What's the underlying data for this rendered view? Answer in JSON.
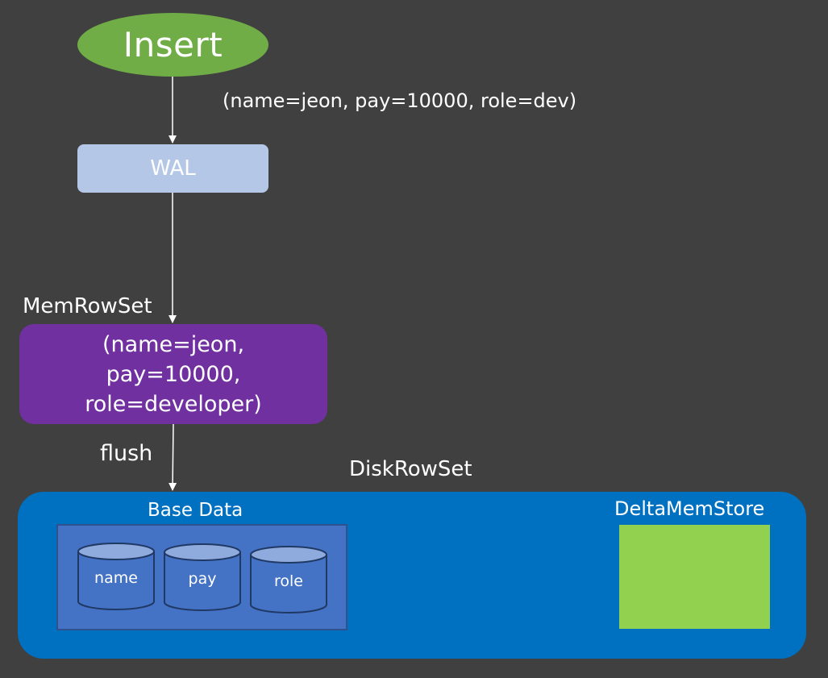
{
  "insert": {
    "label": "Insert"
  },
  "insert_record": {
    "text": "(name=jeon, pay=10000, role=dev)"
  },
  "wal": {
    "label": "WAL"
  },
  "memrowset": {
    "title": "MemRowSet",
    "lines": [
      "(name=jeon,",
      "pay=10000,",
      "role=developer)"
    ]
  },
  "flush": {
    "label": "flush"
  },
  "diskrowset": {
    "title": "DiskRowSet",
    "base_data": {
      "title": "Base Data",
      "columns": [
        "name",
        "pay",
        "role"
      ]
    },
    "delta_mem_store": {
      "title": "DeltaMemStore"
    }
  },
  "colors": {
    "background": "#404040",
    "insert": "#70ad47",
    "wal": "#b4c7e7",
    "memrowset": "#7030a0",
    "diskrowset": "#0070c0",
    "base_data": "#4472c4",
    "delta_mem_store": "#92d050"
  }
}
